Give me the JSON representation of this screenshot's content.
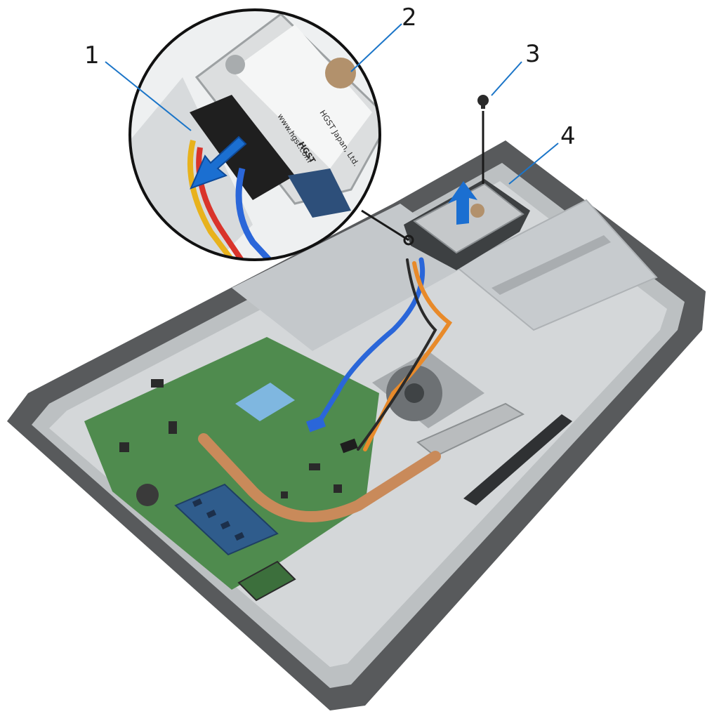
{
  "callouts": [
    {
      "id": "1",
      "label": "1"
    },
    {
      "id": "2",
      "label": "2"
    },
    {
      "id": "3",
      "label": "3"
    },
    {
      "id": "4",
      "label": "4"
    }
  ],
  "drive_label": {
    "brand": "HGST",
    "origin": "HGST Japan, Ltd.",
    "web": "www.hgst.com"
  },
  "colors": {
    "arrow": "#1b6fd1",
    "leader": "#1b75c8",
    "chassis": "#cfd2d4",
    "bezel": "#5a5c5e",
    "board": "#4f8b4e",
    "heatpipe": "#c98a5a",
    "sata_blue": "#2a66d9",
    "power_red": "#d9342b",
    "power_yellow": "#e8b21c",
    "cable_orange": "#e88a2a"
  }
}
